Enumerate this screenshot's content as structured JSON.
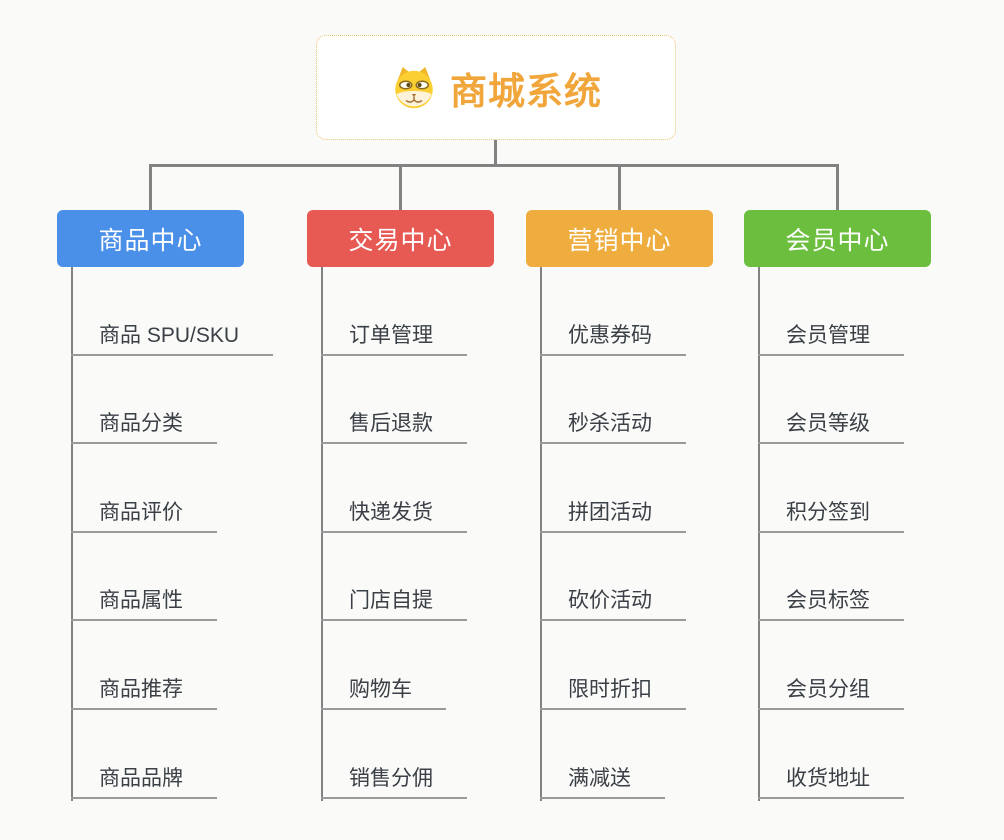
{
  "root": {
    "title": "商城系统",
    "icon": "dog-face-icon",
    "border_color": "#eec074",
    "title_color": "#f1a63c"
  },
  "connector_color": "#828282",
  "leaf_underline_color": "#9a9a9a",
  "leaf_text_color": "#3b4046",
  "branches": [
    {
      "label": "商品中心",
      "color": "#4a8fe8",
      "items": [
        "商品 SPU/SKU",
        "商品分类",
        "商品评价",
        "商品属性",
        "商品推荐",
        "商品品牌"
      ]
    },
    {
      "label": "交易中心",
      "color": "#e75a54",
      "items": [
        "订单管理",
        "售后退款",
        "快递发货",
        "门店自提",
        "购物车",
        "销售分佣"
      ]
    },
    {
      "label": "营销中心",
      "color": "#efac3f",
      "items": [
        "优惠券码",
        "秒杀活动",
        "拼团活动",
        "砍价活动",
        "限时折扣",
        "满减送"
      ]
    },
    {
      "label": "会员中心",
      "color": "#6cbe3f",
      "items": [
        "会员管理",
        "会员等级",
        "积分签到",
        "会员标签",
        "会员分组",
        "收货地址"
      ]
    }
  ]
}
